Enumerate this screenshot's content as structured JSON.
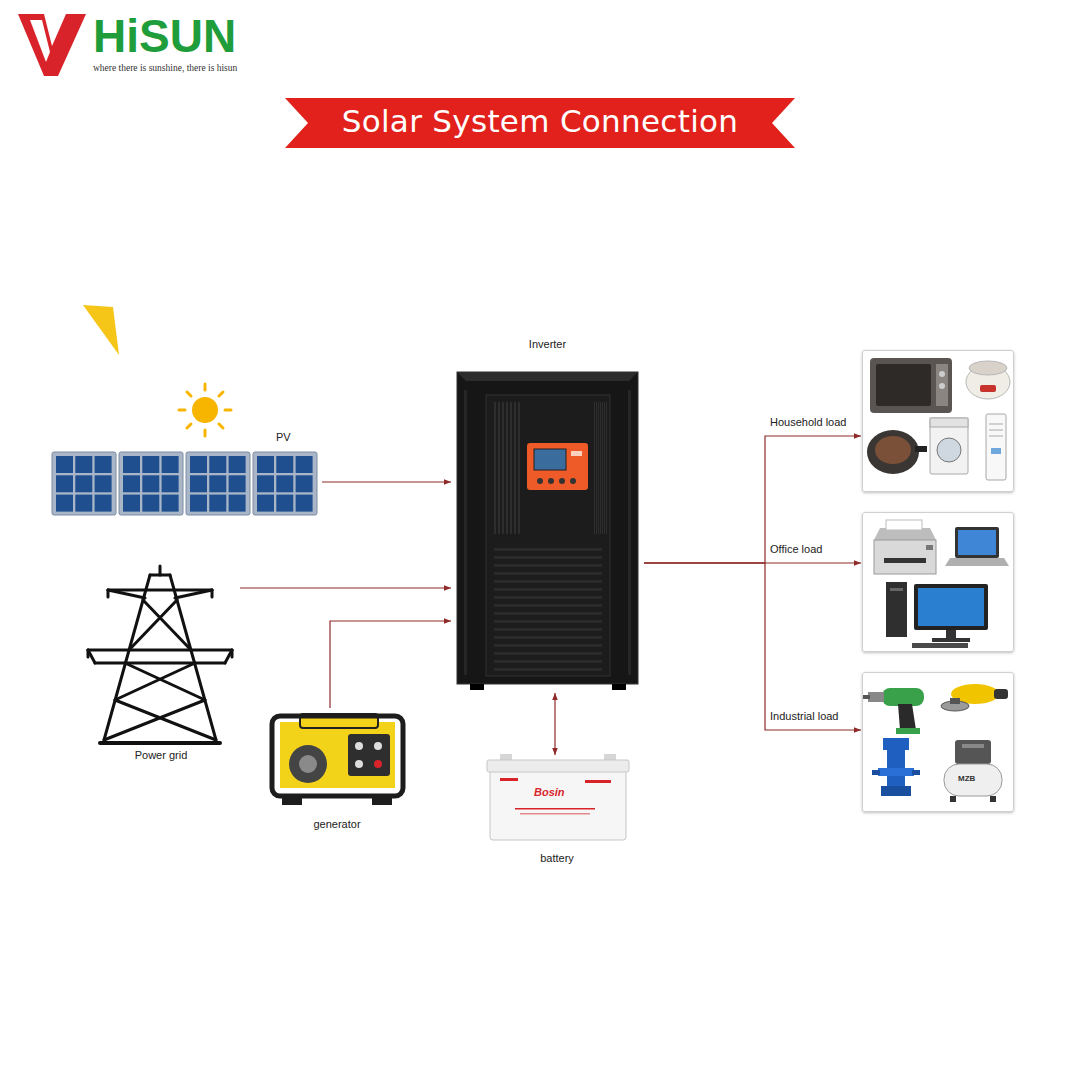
{
  "diagram": {
    "title": "Solar System Connection",
    "nodes": [
      {
        "text": [
          "PV"
        ]
      },
      {
        "text": [
          "Power grid"
        ]
      },
      {
        "text": [
          "generator"
        ]
      },
      {
        "text": [
          "Inverter"
        ]
      },
      {
        "text": [
          "battery"
        ]
      },
      {
        "text": [
          "Household load"
        ]
      },
      {
        "text": [
          "Office load"
        ]
      },
      {
        "text": [
          "Industrial load"
        ]
      }
    ],
    "edges": [
      {
        "from": 0,
        "to": 3,
        "arrow": "to"
      },
      {
        "from": 1,
        "to": 3,
        "arrow": "to"
      },
      {
        "from": 2,
        "to": 3,
        "arrow": "to"
      },
      {
        "from": 3,
        "to": 4,
        "arrow": "both"
      },
      {
        "from": 3,
        "to": 5,
        "arrow": "to"
      },
      {
        "from": 3,
        "to": 6,
        "arrow": "to"
      },
      {
        "from": 3,
        "to": 7,
        "arrow": "to"
      }
    ],
    "labels": [
      "HiSUN",
      "where there is sunshine, there is hisun",
      "Bosin",
      "MZB"
    ]
  }
}
